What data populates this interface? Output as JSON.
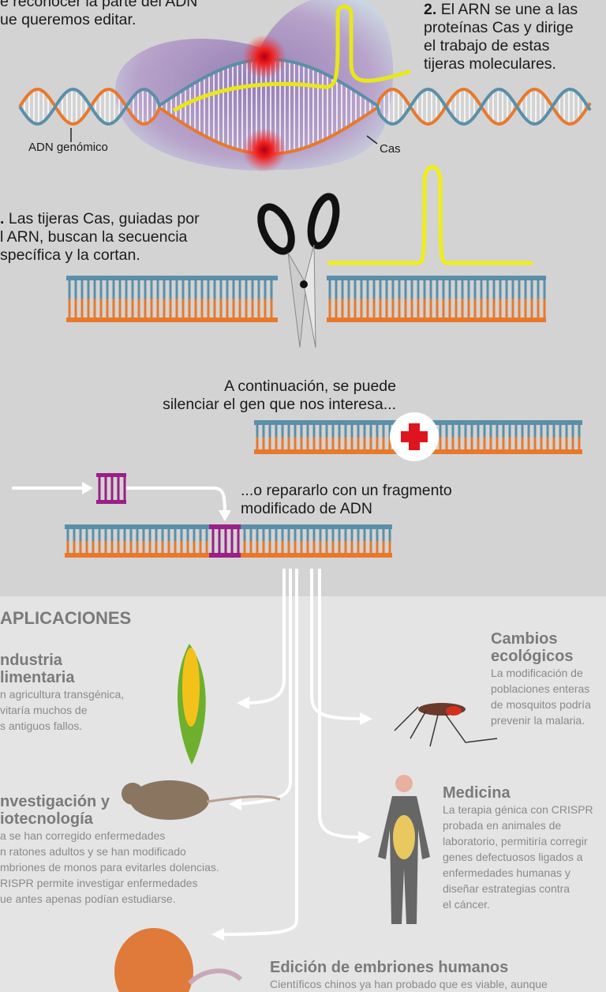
{
  "step1": {
    "lines": [
      "e reconocer la parte del ADN",
      "ue queremos editar."
    ]
  },
  "step2": {
    "num": "2.",
    "lines": [
      "El ARN se une a las",
      "proteínas Cas y dirige",
      "el trabajo de estas",
      "tijeras moleculares."
    ]
  },
  "labels": {
    "dna": "ADN genómico",
    "cas": "Cas"
  },
  "step3": {
    "num": ".",
    "lines": [
      "Las tijeras Cas, guiadas por",
      "l ARN, buscan la secuencia",
      "specífica y la cortan."
    ]
  },
  "silence": {
    "lines": [
      "A continuación, se puede",
      "silenciar el gen que nos interesa..."
    ]
  },
  "repair": {
    "lines": [
      "...o repararlo con un fragmento",
      "modificado de ADN"
    ]
  },
  "applications": {
    "title": "APLICACIONES",
    "food": {
      "title": [
        "ndustria",
        "limentaria"
      ],
      "text": [
        "n agricultura transgénica,",
        "vitaría muchos de",
        "s antiguos fallos."
      ]
    },
    "eco": {
      "title": [
        "Cambios",
        "ecológicos"
      ],
      "text": [
        "La modificación de",
        "poblaciones enteras",
        "de mosquitos podría",
        "prevenir la malaria."
      ]
    },
    "research": {
      "title": [
        "nvestigación y",
        "iotecnología"
      ],
      "text": [
        "a se han corregido enfermedades",
        "n ratones adultos y se han modificado",
        "mbriones de monos para evitarles dolencias.",
        "RISPR permite investigar enfermedades",
        "ue antes apenas podían estudiarse."
      ]
    },
    "medicine": {
      "title": [
        "Medicina"
      ],
      "text": [
        "La terapia génica con CRISPR",
        "probada en animales de",
        "laboratorio, permitiría corregir",
        "genes defectuosos ligados a",
        "enfermedades humanas y",
        "diseñar estrategias contra",
        "el cáncer."
      ]
    },
    "embryo": {
      "title": [
        "Edición de embriones humanos"
      ],
      "text": [
        "Científicos chinos ya han probado que es viable, aunque"
      ]
    }
  },
  "colors": {
    "dna_blue": "#5b8fa8",
    "dna_orange": "#e8792c",
    "rna_yellow": "#f0ee1a",
    "repair_purple": "#9a1f86",
    "cross_red": "#e0141e",
    "title_gray": "#7a7a7a"
  }
}
